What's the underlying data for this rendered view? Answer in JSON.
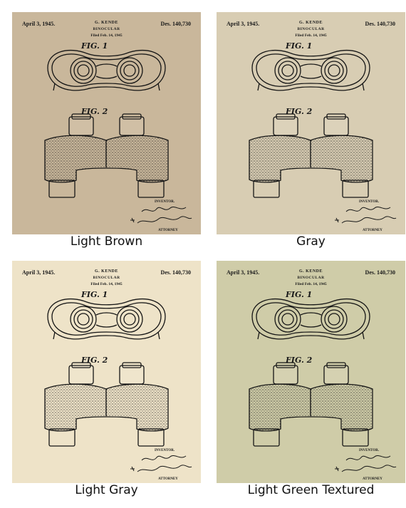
{
  "patent": {
    "date": "April 3, 1945.",
    "number": "Des. 140,730",
    "inventor_name": "G. KENDE",
    "title": "BINOCULAR",
    "filed": "Filed Feb. 14, 1945",
    "fig1": "FIG. 1",
    "fig2": "FIG. 2",
    "inventor_label": "INVENTOR.",
    "attorney_label": "ATTORNEY"
  },
  "variants": [
    {
      "label": "Light Brown",
      "color": "#c9b79b"
    },
    {
      "label": "Gray",
      "color": "#d8cdb3"
    },
    {
      "label": "Light Gray",
      "color": "#eee3c8"
    },
    {
      "label": "Light Green Textured",
      "color": "#cfcca8"
    }
  ],
  "ink_color": "#151515",
  "drawing_icon": "binocular-patent-drawing"
}
